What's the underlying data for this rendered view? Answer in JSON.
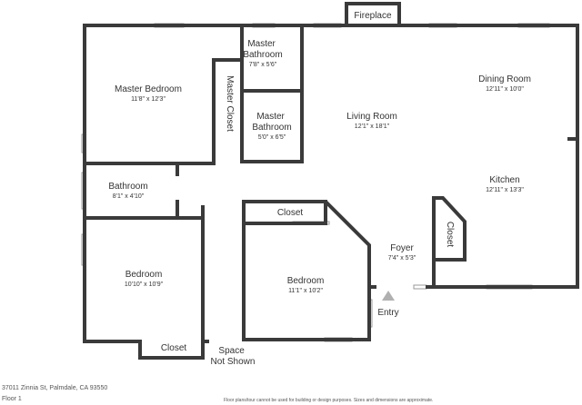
{
  "rooms": {
    "fireplace": {
      "name": "Fireplace"
    },
    "master_bathroom_1": {
      "name": "Master\nBathroom",
      "dims": "7'8\" x 5'6\""
    },
    "master_bedroom": {
      "name": "Master Bedroom",
      "dims": "11'8\" x 12'3\""
    },
    "master_closet": {
      "name": "Master Closet"
    },
    "master_bathroom_2": {
      "name": "Master\nBathroom",
      "dims": "5'0\" x 6'5\""
    },
    "living_room": {
      "name": "Living Room",
      "dims": "12'1\" x 18'1\""
    },
    "dining_room": {
      "name": "Dining Room",
      "dims": "12'11\" x 10'0\""
    },
    "kitchen": {
      "name": "Kitchen",
      "dims": "12'11\" x 13'3\""
    },
    "bathroom": {
      "name": "Bathroom",
      "dims": "8'1\" x 4'10\""
    },
    "closet_center": {
      "name": "Closet"
    },
    "closet_right": {
      "name": "Closet"
    },
    "foyer": {
      "name": "Foyer",
      "dims": "7'4\" x 5'3\""
    },
    "bedroom_left": {
      "name": "Bedroom",
      "dims": "10'10\" x 10'9\""
    },
    "bedroom_center": {
      "name": "Bedroom",
      "dims": "11'1\" x 10'2\""
    },
    "closet_bottom": {
      "name": "Closet"
    },
    "space_not_shown": {
      "name": "Space\nNot Shown"
    },
    "entry": {
      "name": "Entry"
    }
  },
  "footer": {
    "address": "37011 Zinnia St, Palmdale, CA 93550",
    "floor": "Floor 1",
    "disclaimer": "Floor plans/tour cannot be used for building or design purposes. Sizes and dimensions are approximate."
  },
  "colors": {
    "wall": "#3a3a3a",
    "text": "#333333",
    "entry_arrow": "#b0b0b0"
  }
}
